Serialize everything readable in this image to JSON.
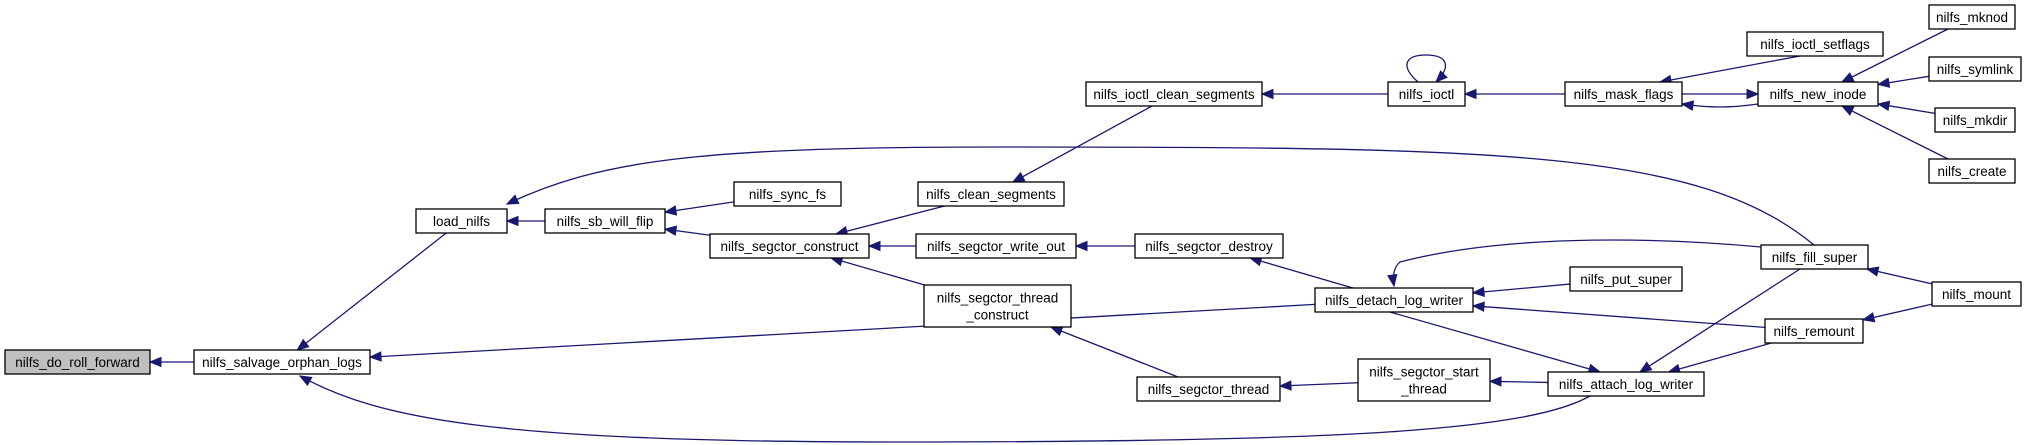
{
  "graph": {
    "nodes": [
      {
        "id": "nilfs_do_roll_forward",
        "label": [
          "nilfs_do_roll_forward"
        ],
        "root": true
      },
      {
        "id": "nilfs_salvage_orphan_logs",
        "label": [
          "nilfs_salvage_orphan_logs"
        ]
      },
      {
        "id": "load_nilfs",
        "label": [
          "load_nilfs"
        ]
      },
      {
        "id": "nilfs_sb_will_flip",
        "label": [
          "nilfs_sb_will_flip"
        ]
      },
      {
        "id": "nilfs_sync_fs",
        "label": [
          "nilfs_sync_fs"
        ]
      },
      {
        "id": "nilfs_segctor_construct",
        "label": [
          "nilfs_segctor_construct"
        ]
      },
      {
        "id": "nilfs_clean_segments",
        "label": [
          "nilfs_clean_segments"
        ]
      },
      {
        "id": "nilfs_segctor_write_out",
        "label": [
          "nilfs_segctor_write_out"
        ]
      },
      {
        "id": "nilfs_segctor_thread_construct",
        "label": [
          "nilfs_segctor_thread",
          "_construct"
        ]
      },
      {
        "id": "nilfs_ioctl_clean_segments",
        "label": [
          "nilfs_ioctl_clean_segments"
        ]
      },
      {
        "id": "nilfs_segctor_destroy",
        "label": [
          "nilfs_segctor_destroy"
        ]
      },
      {
        "id": "nilfs_segctor_thread",
        "label": [
          "nilfs_segctor_thread"
        ]
      },
      {
        "id": "nilfs_ioctl",
        "label": [
          "nilfs_ioctl"
        ]
      },
      {
        "id": "nilfs_detach_log_writer",
        "label": [
          "nilfs_detach_log_writer"
        ]
      },
      {
        "id": "nilfs_segctor_start_thread",
        "label": [
          "nilfs_segctor_start",
          "_thread"
        ]
      },
      {
        "id": "nilfs_mask_flags",
        "label": [
          "nilfs_mask_flags"
        ]
      },
      {
        "id": "nilfs_ioctl_setflags",
        "label": [
          "nilfs_ioctl_setflags"
        ]
      },
      {
        "id": "nilfs_put_super",
        "label": [
          "nilfs_put_super"
        ]
      },
      {
        "id": "nilfs_attach_log_writer",
        "label": [
          "nilfs_attach_log_writer"
        ]
      },
      {
        "id": "nilfs_new_inode",
        "label": [
          "nilfs_new_inode"
        ]
      },
      {
        "id": "nilfs_fill_super",
        "label": [
          "nilfs_fill_super"
        ]
      },
      {
        "id": "nilfs_remount",
        "label": [
          "nilfs_remount"
        ]
      },
      {
        "id": "nilfs_mknod",
        "label": [
          "nilfs_mknod"
        ]
      },
      {
        "id": "nilfs_symlink",
        "label": [
          "nilfs_symlink"
        ]
      },
      {
        "id": "nilfs_mkdir",
        "label": [
          "nilfs_mkdir"
        ]
      },
      {
        "id": "nilfs_create",
        "label": [
          "nilfs_create"
        ]
      },
      {
        "id": "nilfs_mount",
        "label": [
          "nilfs_mount"
        ]
      }
    ],
    "edges": [
      {
        "from": "nilfs_salvage_orphan_logs",
        "to": "nilfs_do_roll_forward"
      },
      {
        "from": "load_nilfs",
        "to": "nilfs_salvage_orphan_logs"
      },
      {
        "from": "nilfs_sb_will_flip",
        "to": "load_nilfs"
      },
      {
        "from": "nilfs_fill_super",
        "to": "load_nilfs"
      },
      {
        "from": "nilfs_sync_fs",
        "to": "nilfs_sb_will_flip"
      },
      {
        "from": "nilfs_segctor_construct",
        "to": "nilfs_sb_will_flip"
      },
      {
        "from": "nilfs_clean_segments",
        "to": "nilfs_segctor_construct"
      },
      {
        "from": "nilfs_segctor_write_out",
        "to": "nilfs_segctor_construct"
      },
      {
        "from": "nilfs_segctor_thread_construct",
        "to": "nilfs_segctor_construct"
      },
      {
        "from": "nilfs_ioctl_clean_segments",
        "to": "nilfs_clean_segments"
      },
      {
        "from": "nilfs_ioctl",
        "to": "nilfs_ioctl_clean_segments"
      },
      {
        "from": "nilfs_ioctl",
        "to": "nilfs_ioctl"
      },
      {
        "from": "nilfs_segctor_destroy",
        "to": "nilfs_segctor_write_out"
      },
      {
        "from": "nilfs_segctor_thread",
        "to": "nilfs_segctor_thread_construct"
      },
      {
        "from": "nilfs_detach_log_writer",
        "to": "nilfs_segctor_destroy"
      },
      {
        "from": "nilfs_detach_log_writer",
        "to": "nilfs_salvage_orphan_logs"
      },
      {
        "from": "nilfs_attach_log_writer",
        "to": "nilfs_salvage_orphan_logs"
      },
      {
        "from": "nilfs_segctor_start_thread",
        "to": "nilfs_segctor_thread"
      },
      {
        "from": "nilfs_attach_log_writer",
        "to": "nilfs_segctor_start_thread"
      },
      {
        "from": "nilfs_mask_flags",
        "to": "nilfs_ioctl"
      },
      {
        "from": "nilfs_ioctl_setflags",
        "to": "nilfs_mask_flags"
      },
      {
        "from": "nilfs_new_inode",
        "to": "nilfs_mask_flags"
      },
      {
        "from": "nilfs_mask_flags",
        "to": "nilfs_new_inode"
      },
      {
        "from": "nilfs_fill_super",
        "to": "nilfs_detach_log_writer"
      },
      {
        "from": "nilfs_put_super",
        "to": "nilfs_detach_log_writer"
      },
      {
        "from": "nilfs_remount",
        "to": "nilfs_detach_log_writer"
      },
      {
        "from": "nilfs_detach_log_writer",
        "to": "nilfs_attach_log_writer"
      },
      {
        "from": "nilfs_fill_super",
        "to": "nilfs_attach_log_writer"
      },
      {
        "from": "nilfs_remount",
        "to": "nilfs_attach_log_writer"
      },
      {
        "from": "nilfs_mknod",
        "to": "nilfs_new_inode"
      },
      {
        "from": "nilfs_symlink",
        "to": "nilfs_new_inode"
      },
      {
        "from": "nilfs_mkdir",
        "to": "nilfs_new_inode"
      },
      {
        "from": "nilfs_create",
        "to": "nilfs_new_inode"
      },
      {
        "from": "nilfs_mount",
        "to": "nilfs_fill_super"
      },
      {
        "from": "nilfs_mount",
        "to": "nilfs_remount"
      }
    ],
    "colors": {
      "edge": "#191970",
      "root_fill": "#bfbfbf",
      "node_fill": "#ffffff",
      "node_border": "#000000"
    }
  }
}
